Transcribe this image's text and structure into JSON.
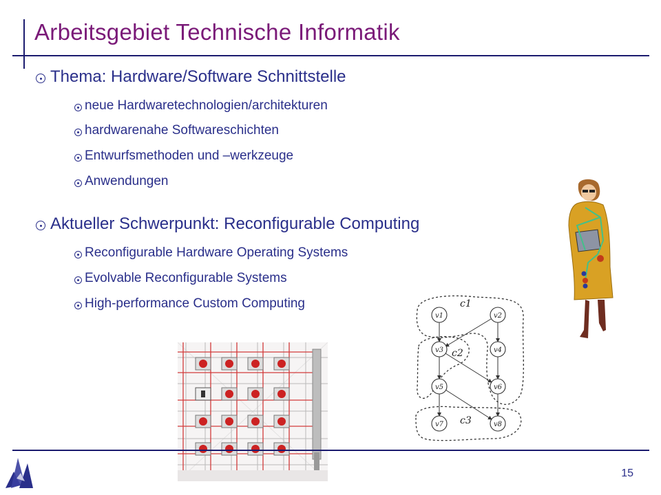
{
  "title": "Arbeitsgebiet Technische Informatik",
  "sections": [
    {
      "heading": "Thema: Hardware/Software Schnittstelle",
      "items": [
        "neue Hardwaretechnologien/architekturen",
        "hardwarenahe Softwareschichten",
        "Entwurfsmethoden und –werkzeuge",
        "Anwendungen"
      ]
    },
    {
      "heading": "Aktueller Schwerpunkt: Reconfigurable Computing",
      "items": [
        "Reconfigurable Hardware Operating Systems",
        "Evolvable Reconfigurable Systems",
        "High-performance Custom Computing"
      ]
    }
  ],
  "graph": {
    "nodes": [
      "v1",
      "v2",
      "v3",
      "v4",
      "v5",
      "v6",
      "v7",
      "v8"
    ],
    "clusters": [
      "c1",
      "c2",
      "c3"
    ]
  },
  "page_number": "15",
  "colors": {
    "title": "#7a1a78",
    "text": "#2a2f8a",
    "rule": "#1a1a6e"
  }
}
